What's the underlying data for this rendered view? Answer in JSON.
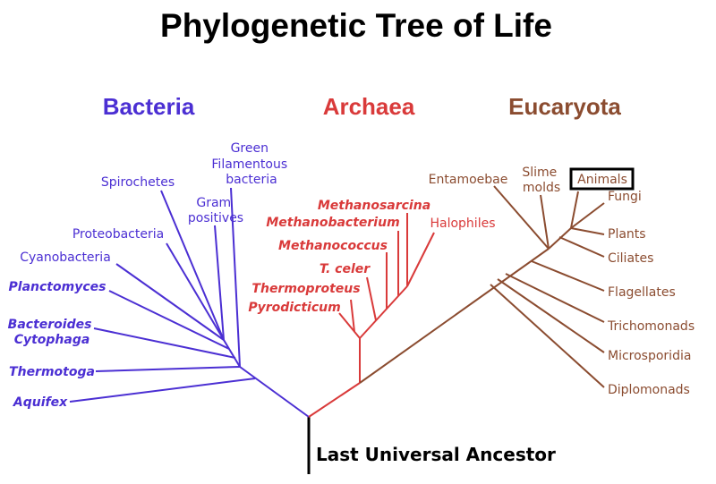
{
  "title": "Phylogenetic Tree of Life",
  "root_label": "Last Universal Ancestor",
  "colors": {
    "bacteria": "#4b2fd3",
    "archaea": "#d93a3a",
    "eucaryota": "#8b4c30",
    "root": "#000000"
  },
  "domains": {
    "bacteria": "Bacteria",
    "archaea": "Archaea",
    "eucaryota": "Eucaryota"
  },
  "bacteria": {
    "green_filamentous": [
      "Green",
      "Filamentous",
      "bacteria"
    ],
    "gram_positives": [
      "Gram",
      "positives"
    ],
    "spirochetes": "Spirochetes",
    "proteobacteria": "Proteobacteria",
    "cyanobacteria": "Cyanobacteria",
    "planctomyces": "Planctomyces",
    "bacteroides": [
      "Bacteroides",
      "Cytophaga"
    ],
    "thermotoga": "Thermotoga",
    "aquifex": "Aquifex"
  },
  "archaea": {
    "methanosarcina": "Methanosarcina",
    "methanobacterium": "Methanobacterium",
    "halophiles": "Halophiles",
    "methanococcus": "Methanococcus",
    "t_celer": "T. celer",
    "thermoproteus": "Thermoproteus",
    "pyrodicticum": "Pyrodicticum"
  },
  "eucaryota": {
    "entamoebae": "Entamoebae",
    "slime_molds": [
      "Slime",
      "molds"
    ],
    "animals": "Animals",
    "fungi": "Fungi",
    "plants": "Plants",
    "ciliates": "Ciliates",
    "flagellates": "Flagellates",
    "trichomonads": "Trichomonads",
    "microsporidia": "Microsporidia",
    "diplomonads": "Diplomonads"
  }
}
